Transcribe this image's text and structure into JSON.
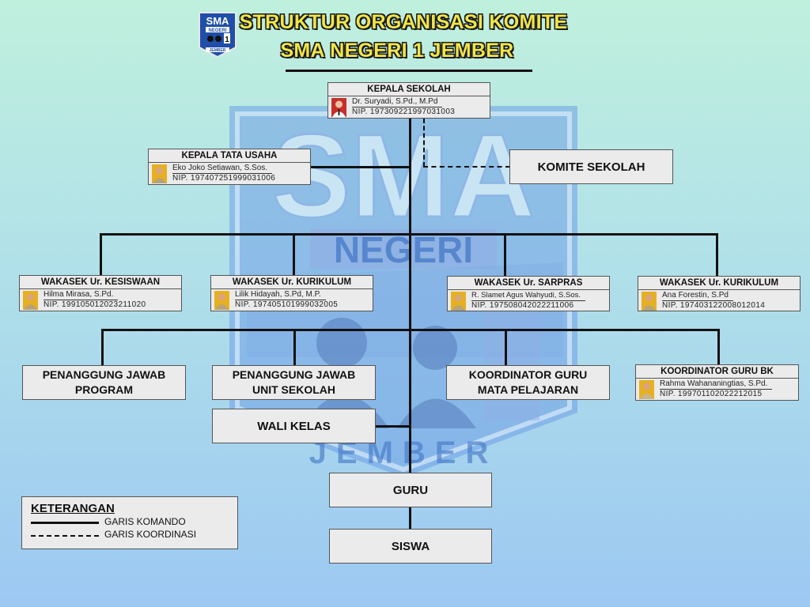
{
  "header": {
    "title_line1": "STRUKTUR ORGANISASI KOMITE",
    "title_line2": "SMA NEGERI 1 JEMBER",
    "logo_text_top": "SMA",
    "logo_text_mid": "NEGERI",
    "logo_text_num": "1",
    "logo_text_bottom": "JEMBER"
  },
  "watermark": {
    "line1": "SMA",
    "line2": "NEGERI",
    "line3": "JEMBER"
  },
  "kepala_sekolah": {
    "title": "KEPALA SEKOLAH",
    "name": "Dr. Suryadi, S.Pd., M.Pd",
    "nip": "NIP. 197309221997031003"
  },
  "komite_sekolah": {
    "label": "KOMITE SEKOLAH"
  },
  "kepala_tata_usaha": {
    "title": "KEPALA TATA USAHA",
    "name": "Eko Joko Setiawan, S.Sos.",
    "nip": "NIP. 197407251999031006"
  },
  "wakasek": [
    {
      "title": "WAKASEK Ur. KESISWAAN",
      "name": "Hilma Mirasa, S.Pd.",
      "nip": "NIP. 199105012023211020"
    },
    {
      "title": "WAKASEK Ur. KURIKULUM",
      "name": "Lilik Hidayah, S.Pd, M.P.",
      "nip": "NIP. 197405101999032005"
    },
    {
      "title": "WAKASEK Ur. SARPRAS",
      "name": "R. Slamet Agus Wahyudi, S.Sos.",
      "nip": "NIP. 197508042022211006"
    },
    {
      "title": "WAKASEK Ur. KURIKULUM",
      "name": "Ana Forestin, S.Pd",
      "nip": "NIP. 197403122008012014"
    }
  ],
  "row3": {
    "pj_program": "PENANGGUNG JAWAB\nPROGRAM",
    "pj_unit": "PENANGGUNG JAWAB\nUNIT SEKOLAH",
    "koord_mapel": "KOORDINATOR GURU\nMATA PELAJARAN",
    "koord_bk": {
      "title": "KOORDINATOR GURU BK",
      "name": "Rahma Wahananingtias, S.Pd.",
      "nip": "NIP. 199701102022212015"
    }
  },
  "wali_kelas": "WALI KELAS",
  "guru": "GURU",
  "siswa": "SISWA",
  "legend": {
    "title": "KETERANGAN",
    "solid_label": "GARIS KOMANDO",
    "dashed_label": "GARIS KOORDINASI"
  },
  "colors": {
    "title_fill": "#f0e54a",
    "box_fill": "#ebebeb",
    "watermark_blue": "#6d9ee6",
    "logo_blue": "#1f4fa8"
  }
}
